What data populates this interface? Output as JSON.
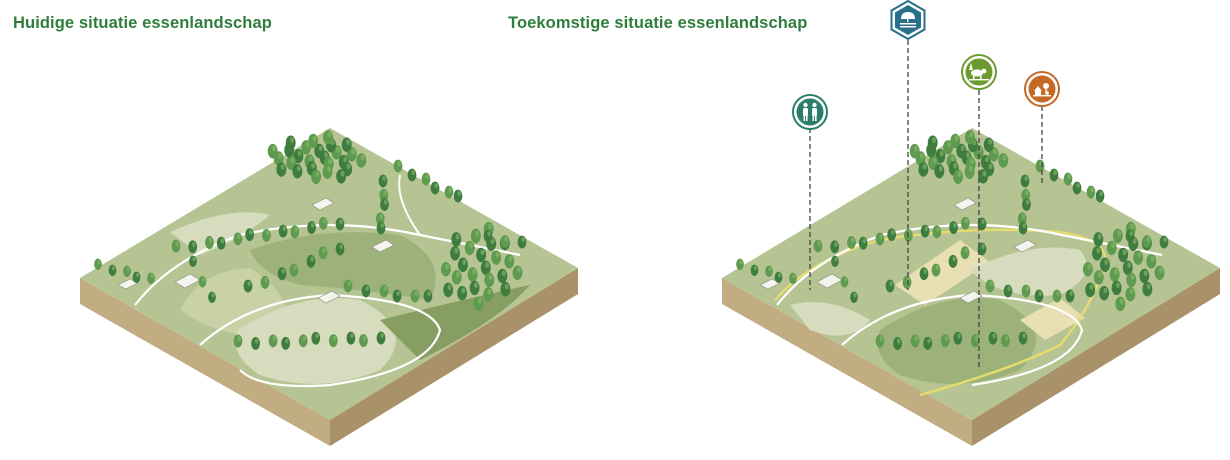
{
  "titles": {
    "current": "Huidige situatie essenlandschap",
    "future": "Toekomstige situatie essenlandschap"
  },
  "colors": {
    "title": "#2f7d3c",
    "soil_side": "#c2ad82",
    "soil_dark": "#a99269",
    "grass_base": "#b6c494",
    "grass_light": "#d6dcbd",
    "grass_mid": "#9cb27a",
    "grass_dark": "#879e63",
    "tree_dark": "#3f7c3f",
    "tree_mid": "#5e9a4f",
    "tree_light": "#8fbf6e",
    "path": "#ffffff",
    "yellow_route": "#e6dc6e",
    "grain": "#e8dfb4",
    "marker_teal": "#2a7d6a",
    "marker_blue": "#2a6f8a",
    "marker_green": "#6b9b2e",
    "marker_orange": "#c46a25"
  },
  "markers": [
    {
      "icon": "people-icon",
      "shape": "circle",
      "color_key": "marker_teal"
    },
    {
      "icon": "water-icon",
      "shape": "hexagon",
      "color_key": "marker_blue"
    },
    {
      "icon": "farming-icon",
      "shape": "circle",
      "color_key": "marker_green"
    },
    {
      "icon": "heritage-icon",
      "shape": "circle",
      "color_key": "marker_orange"
    }
  ]
}
